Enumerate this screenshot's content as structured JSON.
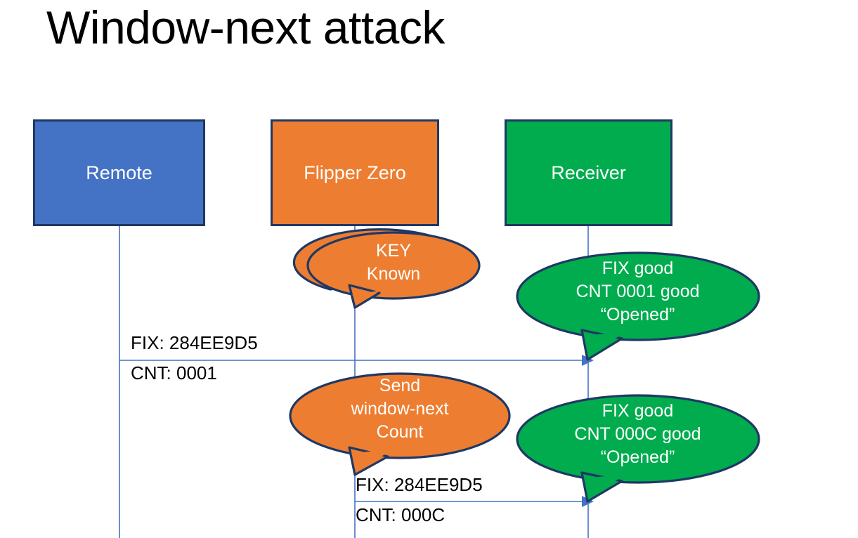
{
  "slide": {
    "title": "Window-next attack",
    "background": "#ffffff"
  },
  "colors": {
    "remote_fill": "#4472C4",
    "flipper_fill": "#ED7D31",
    "receiver_fill": "#00AC4E",
    "box_border": "#1F3864",
    "lifeline": "#4472C4",
    "arrow": "#4472C4",
    "text_on_fill": "#ffffff",
    "label_text": "#000000"
  },
  "actors": [
    {
      "id": "remote",
      "label": "Remote",
      "fill": "#4472C4"
    },
    {
      "id": "flipper",
      "label": "Flipper Zero",
      "fill": "#ED7D31"
    },
    {
      "id": "receiver",
      "label": "Receiver",
      "fill": "#00AC4E"
    }
  ],
  "callouts": [
    {
      "id": "key-known",
      "owner": "flipper",
      "fill": "#ED7D31",
      "text": "KEY\nKnown",
      "lines": [
        "KEY",
        "Known"
      ]
    },
    {
      "id": "good-0001",
      "owner": "receiver",
      "fill": "#00AC4E",
      "text": "FIX good\nCNT 0001 good\n“Opened”",
      "lines": [
        "FIX good",
        "CNT 0001 good",
        "“Opened”"
      ]
    },
    {
      "id": "send-window-next",
      "owner": "flipper",
      "fill": "#ED7D31",
      "text": "Send\nwindow-next\nCount",
      "lines": [
        "Send",
        "window-next",
        "Count"
      ]
    },
    {
      "id": "good-000C",
      "owner": "receiver",
      "fill": "#00AC4E",
      "text": "FIX good\nCNT 000C good\n“Opened”",
      "lines": [
        "FIX good",
        "CNT 000C good",
        "“Opened”"
      ]
    }
  ],
  "messages": [
    {
      "id": "msg-remote-to-receiver",
      "from": "remote",
      "to": "receiver",
      "fix_label": "FIX: 284EE9D5",
      "cnt_label": "CNT: 0001"
    },
    {
      "id": "msg-flipper-to-receiver",
      "from": "flipper",
      "to": "receiver",
      "fix_label": "FIX: 284EE9D5",
      "cnt_label": "CNT: 000C"
    }
  ]
}
